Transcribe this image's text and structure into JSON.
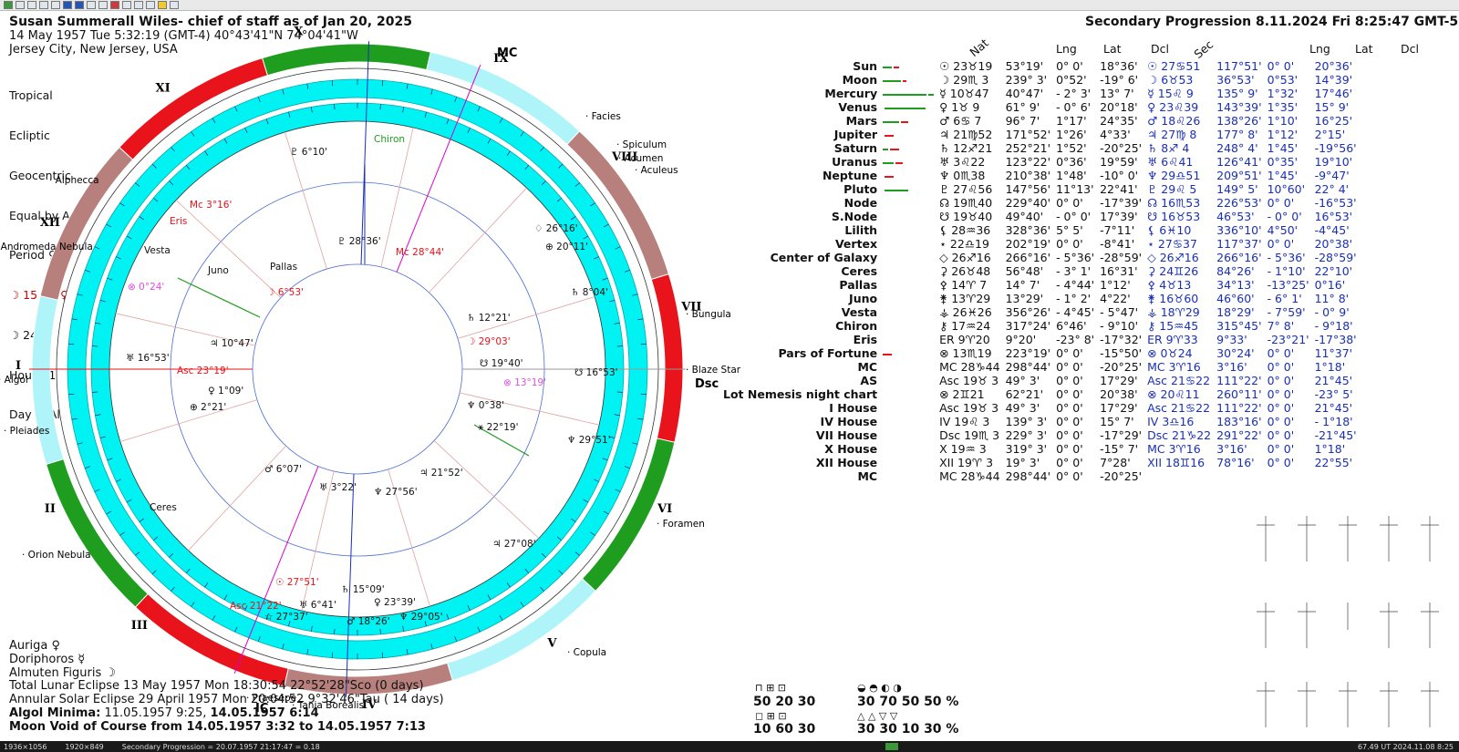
{
  "chart": {
    "title": "Susan Summerall Wiles- chief of staff as of Jan 20, 2025",
    "date_line": "14 May 1957  Tue   5:32:19 (GMT-4) 40°43'41\"N  74°04'41\"W",
    "place": "Jersey City, New Jersey, USA",
    "settings": [
      "Tropical",
      "Ecliptic",
      "Geocentric",
      "Equal by Asc",
      "Period ♀ ☉",
      "☽ 15 XV ♀ ☋ 40.68%",
      "☽ 24",
      "Hour N12 ♃ ♁",
      "Day ☽ Alphecca"
    ],
    "progression_title": "Secondary Progression  8.11.2024  Fri  8:25:47 GMT-5"
  },
  "houses": [
    "XI",
    "X",
    "IX",
    "VIII",
    "VII",
    "VI",
    "V",
    "IV",
    "III",
    "II",
    "I",
    "XII"
  ],
  "house_labels": {
    "mc": "MC",
    "dsc": "Dsc",
    "ic": "IC",
    "asc": "Asc"
  },
  "stars": [
    "Facies",
    "Spiculum",
    "Acumen",
    "Aculeus",
    "Bungula",
    "Blaze Star",
    "Foramen",
    "Copula",
    "Tania Borealis",
    "Praesepe",
    "Pleiades",
    "Orion Nebula",
    "Andromeda Nebula",
    "Algol",
    "Alphecca"
  ],
  "inner_labels": [
    "♇ 6°10'",
    "Chiron",
    "Mc 3°16'",
    "Eris",
    "Vesta",
    "Juno",
    "Pallas",
    "☽ 6°53'",
    "♅ 16°53'",
    "Asc 23°19'",
    "♀ 1°09'",
    "⊕ 2°21'",
    "♂ 6°07'",
    "♅ 3°22'",
    "♆ 27°56'",
    "♃ 21°52'",
    "♂ 18°26'",
    "♀ 23°39'",
    "♃ 27°08'",
    "☉ 27°51'",
    "Asc 21°22'",
    "☆ 27°37'",
    "♄ 15°09'",
    "♅ 6°41'",
    "♆ 29°05'",
    "♆ 29°51'",
    "☋ 19°40'",
    "⊗ 13°19'",
    "☽ 29°03'",
    "♄ 12°21'",
    "♄ 8°04'",
    "♢ 26°16'",
    "⊕ 20°11'",
    "Mc 28°44'",
    "♇ 28°36'",
    "Ceres",
    "♃ 10°47'",
    "⊗ 0°24'",
    "♆ 0°38'",
    "⚹ 22°19'",
    "☋ 16°53'"
  ],
  "table": {
    "headers_nat": [
      "Nat",
      "Lng",
      "Lat",
      "Dcl"
    ],
    "headers_sec": [
      "Sec",
      "Lng",
      "Lat",
      "Dcl"
    ],
    "rows": [
      {
        "name": "Sun",
        "pos": "☉ 23♉19",
        "lng": "53°19'",
        "lat": "0° 0'",
        "dcl": "18°36'",
        "s_pos": "☉ 27♋51",
        "s_lng": "117°51'",
        "s_lat": "0° 0'",
        "s_dcl": "20°36'"
      },
      {
        "name": "Moon",
        "pos": "☽ 29♏ 3",
        "lng": "239° 3'",
        "lat": "0°52'",
        "dcl": "-19° 6'",
        "s_pos": "☽ 6♉53",
        "s_lng": "36°53'",
        "s_lat": "0°53'",
        "s_dcl": "14°39'"
      },
      {
        "name": "Mercury",
        "pos": "☿ 10♉47",
        "lng": "40°47'",
        "lat": "- 2° 3'",
        "dcl": "13° 7'",
        "s_pos": "☿ 15♌ 9",
        "s_lng": "135° 9'",
        "s_lat": "1°32'",
        "s_dcl": "17°46'"
      },
      {
        "name": "Venus",
        "pos": "♀ 1♉ 9",
        "lng": "61° 9'",
        "lat": "- 0° 6'",
        "dcl": "20°18'",
        "s_pos": "♀ 23♌39",
        "s_lng": "143°39'",
        "s_lat": "1°35'",
        "s_dcl": "15° 9'"
      },
      {
        "name": "Mars",
        "pos": "♂ 6♋ 7",
        "lng": "96° 7'",
        "lat": "1°17'",
        "dcl": "24°35'",
        "s_pos": "♂ 18♌26",
        "s_lng": "138°26'",
        "s_lat": "1°10'",
        "s_dcl": "16°25'"
      },
      {
        "name": "Jupiter",
        "pos": "♃ 21♍52",
        "lng": "171°52'",
        "lat": "1°26'",
        "dcl": "4°33'",
        "s_pos": "♃ 27♍ 8",
        "s_lng": "177° 8'",
        "s_lat": "1°12'",
        "s_dcl": "2°15'"
      },
      {
        "name": "Saturn",
        "pos": "♄ 12♐21",
        "lng": "252°21'",
        "lat": "1°52'",
        "dcl": "-20°25'",
        "s_pos": "♄ 8♐ 4",
        "s_lng": "248° 4'",
        "s_lat": "1°45'",
        "s_dcl": "-19°56'"
      },
      {
        "name": "Uranus",
        "pos": "♅ 3♌22",
        "lng": "123°22'",
        "lat": "0°36'",
        "dcl": "19°59'",
        "s_pos": "♅ 6♌41",
        "s_lng": "126°41'",
        "s_lat": "0°35'",
        "s_dcl": "19°10'"
      },
      {
        "name": "Neptune",
        "pos": "♆ 0♏38",
        "lng": "210°38'",
        "lat": "1°48'",
        "dcl": "-10° 0'",
        "s_pos": "♆ 29♎51",
        "s_lng": "209°51'",
        "s_lat": "1°45'",
        "s_dcl": "-9°47'"
      },
      {
        "name": "Pluto",
        "pos": "♇ 27♌56",
        "lng": "147°56'",
        "lat": "11°13'",
        "dcl": "22°41'",
        "s_pos": "♇ 29♌ 5",
        "s_lng": "149° 5'",
        "s_lat": "10°60'",
        "s_dcl": "22° 4'"
      },
      {
        "name": "Node",
        "pos": "☊ 19♏40",
        "lng": "229°40'",
        "lat": "0° 0'",
        "dcl": "-17°39'",
        "s_pos": "☊ 16♏53",
        "s_lng": "226°53'",
        "s_lat": "0° 0'",
        "s_dcl": "-16°53'"
      },
      {
        "name": "S.Node",
        "pos": "☋ 19♉40",
        "lng": "49°40'",
        "lat": "- 0° 0'",
        "dcl": "17°39'",
        "s_pos": "☋ 16♉53",
        "s_lng": "46°53'",
        "s_lat": "- 0° 0'",
        "s_dcl": "16°53'"
      },
      {
        "name": "Lilith",
        "pos": "⚸ 28♒36",
        "lng": "328°36'",
        "lat": "5° 5'",
        "dcl": "-7°11'",
        "s_pos": "⚸ 6♓10",
        "s_lng": "336°10'",
        "s_lat": "4°50'",
        "s_dcl": "-4°45'"
      },
      {
        "name": "Vertex",
        "pos": "⋆ 22♎19",
        "lng": "202°19'",
        "lat": "0° 0'",
        "dcl": "-8°41'",
        "s_pos": "⋆ 27♋37",
        "s_lng": "117°37'",
        "s_lat": "0° 0'",
        "s_dcl": "20°38'"
      },
      {
        "name": "Center of Galaxy",
        "pos": "◇ 26♐16",
        "lng": "266°16'",
        "lat": "- 5°36'",
        "dcl": "-28°59'",
        "s_pos": "◇ 26♐16",
        "s_lng": "266°16'",
        "s_lat": "- 5°36'",
        "s_dcl": "-28°59'"
      },
      {
        "name": "Ceres",
        "pos": "⚳ 26♉48",
        "lng": "56°48'",
        "lat": "- 3° 1'",
        "dcl": "16°31'",
        "s_pos": "⚳ 24♊26",
        "s_lng": "84°26'",
        "s_lat": "- 1°10'",
        "s_dcl": "22°10'"
      },
      {
        "name": "Pallas",
        "pos": "⚴ 14♈ 7",
        "lng": "14° 7'",
        "lat": "- 4°44'",
        "dcl": "1°12'",
        "s_pos": "⚴ 4♉13",
        "s_lng": "34°13'",
        "s_lat": "-13°25'",
        "s_dcl": "0°16'"
      },
      {
        "name": "Juno",
        "pos": "⚵ 13♈29",
        "lng": "13°29'",
        "lat": "- 1° 2'",
        "dcl": "4°22'",
        "s_pos": "⚵ 16♉60",
        "s_lng": "46°60'",
        "s_lat": "- 6° 1'",
        "s_dcl": "11° 8'"
      },
      {
        "name": "Vesta",
        "pos": "⚶ 26♓26",
        "lng": "356°26'",
        "lat": "- 4°45'",
        "dcl": "- 5°47'",
        "s_pos": "⚶ 18♈29",
        "s_lng": "18°29'",
        "s_lat": "- 7°59'",
        "s_dcl": "- 0° 9'"
      },
      {
        "name": "Chiron",
        "pos": "⚷ 17♒24",
        "lng": "317°24'",
        "lat": "6°46'",
        "dcl": "- 9°10'",
        "s_pos": "⚷ 15♒45",
        "s_lng": "315°45'",
        "s_lat": "7° 8'",
        "s_dcl": "- 9°18'"
      },
      {
        "name": "Eris",
        "pos": "ER 9♈20",
        "lng": "9°20'",
        "lat": "-23° 8'",
        "dcl": "-17°32'",
        "s_pos": "ER 9♈33",
        "s_lng": "9°33'",
        "s_lat": "-23°21'",
        "s_dcl": "-17°38'"
      },
      {
        "name": "Pars of Fortune",
        "pos": "⊗ 13♏19",
        "lng": "223°19'",
        "lat": "0° 0'",
        "dcl": "-15°50'",
        "s_pos": "⊗ 0♉24",
        "s_lng": "30°24'",
        "s_lat": "0° 0'",
        "s_dcl": "11°37'"
      },
      {
        "name": "MC",
        "pos": "MC 28♑44",
        "lng": "298°44'",
        "lat": "0° 0'",
        "dcl": "-20°25'",
        "s_pos": "MC 3♈16",
        "s_lng": "3°16'",
        "s_lat": "0° 0'",
        "s_dcl": "1°18'"
      },
      {
        "name": "AS",
        "pos": "Asc 19♉ 3",
        "lng": "49° 3'",
        "lat": "0° 0'",
        "dcl": "17°29'",
        "s_pos": "Asc 21♋22",
        "s_lng": "111°22'",
        "s_lat": "0° 0'",
        "s_dcl": "21°45'"
      },
      {
        "name": "Lot Nemesis night chart",
        "pos": "⊗ 2♊21",
        "lng": "62°21'",
        "lat": "0° 0'",
        "dcl": "20°38'",
        "s_pos": "⊗ 20♌11",
        "s_lng": "260°11'",
        "s_lat": "0° 0'",
        "s_dcl": "-23° 5'"
      },
      {
        "name": "I House",
        "pos": "Asc 19♉ 3",
        "lng": "49° 3'",
        "lat": "0° 0'",
        "dcl": "17°29'",
        "s_pos": "Asc 21♋22",
        "s_lng": "111°22'",
        "s_lat": "0° 0'",
        "s_dcl": "21°45'"
      },
      {
        "name": "IV House",
        "pos": "IV 19♌ 3",
        "lng": "139° 3'",
        "lat": "0° 0'",
        "dcl": "15° 7'",
        "s_pos": "IV 3♎16",
        "s_lng": "183°16'",
        "s_lat": "0° 0'",
        "s_dcl": "- 1°18'"
      },
      {
        "name": "VII House",
        "pos": "Dsc 19♏ 3",
        "lng": "229° 3'",
        "lat": "0° 0'",
        "dcl": "-17°29'",
        "s_pos": "Dsc 21♑22",
        "s_lng": "291°22'",
        "s_lat": "0° 0'",
        "s_dcl": "-21°45'"
      },
      {
        "name": "X House",
        "pos": "X 19♒ 3",
        "lng": "319° 3'",
        "lat": "0° 0'",
        "dcl": "-15° 7'",
        "s_pos": "MC 3♈16",
        "s_lng": "3°16'",
        "s_lat": "0° 0'",
        "s_dcl": "1°18'"
      },
      {
        "name": "XII House",
        "pos": "XII 19♈ 3",
        "lng": "19° 3'",
        "lat": "0° 0'",
        "dcl": "7°28'",
        "s_pos": "XII 18♊16",
        "s_lng": "78°16'",
        "s_lat": "0° 0'",
        "s_dcl": "22°55'"
      },
      {
        "name": "MC",
        "pos": "MC 28♑44",
        "lng": "298°44'",
        "lat": "0° 0'",
        "dcl": "-20°25'",
        "s_pos": "",
        "s_lng": "",
        "s_lat": "",
        "s_dcl": ""
      }
    ]
  },
  "bottom_left": {
    "auriga": "Auriga ♀",
    "doriphoros": "Doriphoros ☿",
    "almuten": "Almuten Figuris ☽",
    "lunar_eclipse": "Total Lunar Eclipse 13 May 1957 Mon 18:30:54 22°52'28\"Sco (0 days)",
    "solar_eclipse": "Annular Solar Eclipse 29 April 1957 Mon 20:04:52  9°32'46\"Tau ( 14 days)",
    "algol_label": "Algol Minima:",
    "algol_value": "11.05.1957  9:25,",
    "algol_bold": "14.05.1957  6:14",
    "void_label": "Moon Void of Course from 14.05.1957  3:32 to 14.05.1957  7:13"
  },
  "percentages": {
    "row1_symbols": "⊓  ⊞  ⊡",
    "row1_values": "50  20  30",
    "row1b_symbols": "◒  ◓  ◐  ◑",
    "row1b_values": "30  70  50  50 %",
    "row2_symbols": "◻  ⊞  ⊡",
    "row2_values": "10  60  30",
    "row2b_symbols": "△  △  ▽  ▽",
    "row2b_values": "30  30  10  30 %"
  },
  "statusbar": {
    "size1": "1936×1056",
    "size2": "1920×849",
    "info": "Secondary Progression = 20.07.1957 21:17:47 = 0.18",
    "right": "67.49      UT  2024.11.08  8:25"
  },
  "colors": {
    "cyan": "#00f2f2",
    "light_cyan": "#aef4f8",
    "green": "#1f9d1f",
    "red": "#e8131b",
    "rosy": "#b7807c",
    "blue_text": "#1a2fb8"
  }
}
